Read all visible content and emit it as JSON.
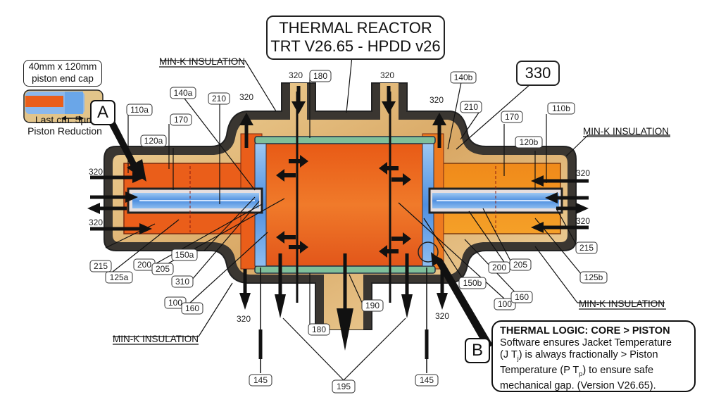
{
  "title": {
    "line1": "THERMAL REACTOR",
    "line2": "TRT V26.65 - HPDD v26"
  },
  "inset": {
    "caption_line1": "40mm x 120mm",
    "caption_line2": "piston end cap",
    "note_line1": "Last cm: 5µm",
    "note_line2": "Piston Reduction"
  },
  "callouts": {
    "a": "A",
    "b": "B",
    "main_ref": "330"
  },
  "insulation_labels": [
    "MIN-K INSULATION",
    "MIN-K INSULATION",
    "MIN-K INSULATION",
    "MIN-K INSULATION"
  ],
  "flow_labels": {
    "flow": "320"
  },
  "part_labels": {
    "l110a": "110a",
    "l110b": "110b",
    "l120a": "120a",
    "l120b": "120b",
    "l140a": "140a",
    "l140b": "140b",
    "l170a": "170",
    "l170b": "170",
    "l210a": "210",
    "l210b": "210",
    "l180top": "180",
    "l180bot": "180",
    "l215a": "215",
    "l215b": "215",
    "l125a": "125a",
    "l125b": "125b",
    "l200a": "200",
    "l200b": "200",
    "l205a": "205",
    "l205b": "205",
    "l150a": "150a",
    "l150b": "150b",
    "l310": "310",
    "l100a": "100",
    "l100b": "100",
    "l160a": "160",
    "l160b": "160",
    "l190": "190",
    "l145a": "145",
    "l145b": "145",
    "l195": "195"
  },
  "thermal_logic": {
    "title": "THERMAL LOGIC: CORE > PISTON",
    "body_1": "Software ensures Jacket Temperature",
    "body_2a": "(J T",
    "body_2sub": "j",
    "body_2b": ") is always fractionally > Piston",
    "body_3a": "Temperature (P T",
    "body_3sub": "p",
    "body_3b": ") to ensure safe",
    "body_4": "mechanical gap. (Version V26.65)."
  },
  "colors": {
    "insulation": "#3a3631",
    "jacket": "#e8c58a",
    "core": "#e8621c",
    "piston": "#6aa6e8",
    "plate": "#7fbf9a"
  }
}
